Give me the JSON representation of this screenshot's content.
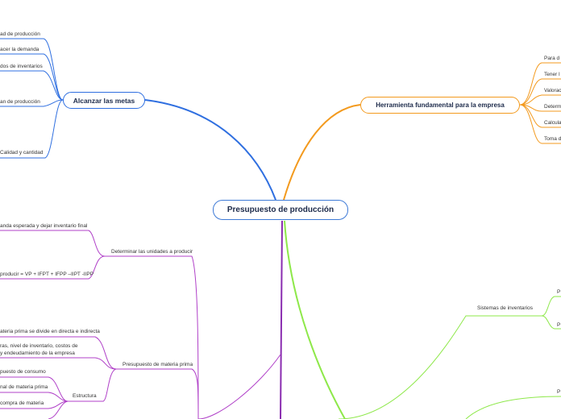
{
  "colors": {
    "blue": "#2f6fe0",
    "orange": "#f39a1e",
    "purple": "#b040c8",
    "green": "#8ee84a",
    "main_border": "#3e7ad6"
  },
  "central": {
    "label": "Presupuesto de producción"
  },
  "left_top": {
    "title": "Alcanzar las metas",
    "items": [
      "ad de producción",
      "acer la demanda",
      "dos de inventarios",
      "an de producción",
      "Calidad y cantidad"
    ]
  },
  "right_top": {
    "title": "Herramienta fundamental para la empresa",
    "items": [
      "Para d",
      "Tener l",
      "Valorac",
      "Determ",
      "Calcula",
      "Toma d"
    ]
  },
  "left_bottom": {
    "units_title": "Determinar las unidades a producir",
    "units_items": [
      "anda esperada y dejar inventario final",
      "producir = VP + IFPT + IFPP –IIPT -IIPP"
    ],
    "mp_title": "Presupuesto de materia prima",
    "mp_items": [
      "ateria prima se divide en directa e indirecta",
      "ras, nivel de inventario, costos de",
      "y endeudamiento de la empresa"
    ],
    "structure_title": "Estructura",
    "structure_items": [
      "puesto de consumo",
      "nal de materia prima",
      "compra de materia"
    ]
  },
  "right_bottom": {
    "inventory_title": "Sistemas de inventarios",
    "inventory_items": [
      "P",
      "P",
      "P"
    ]
  }
}
